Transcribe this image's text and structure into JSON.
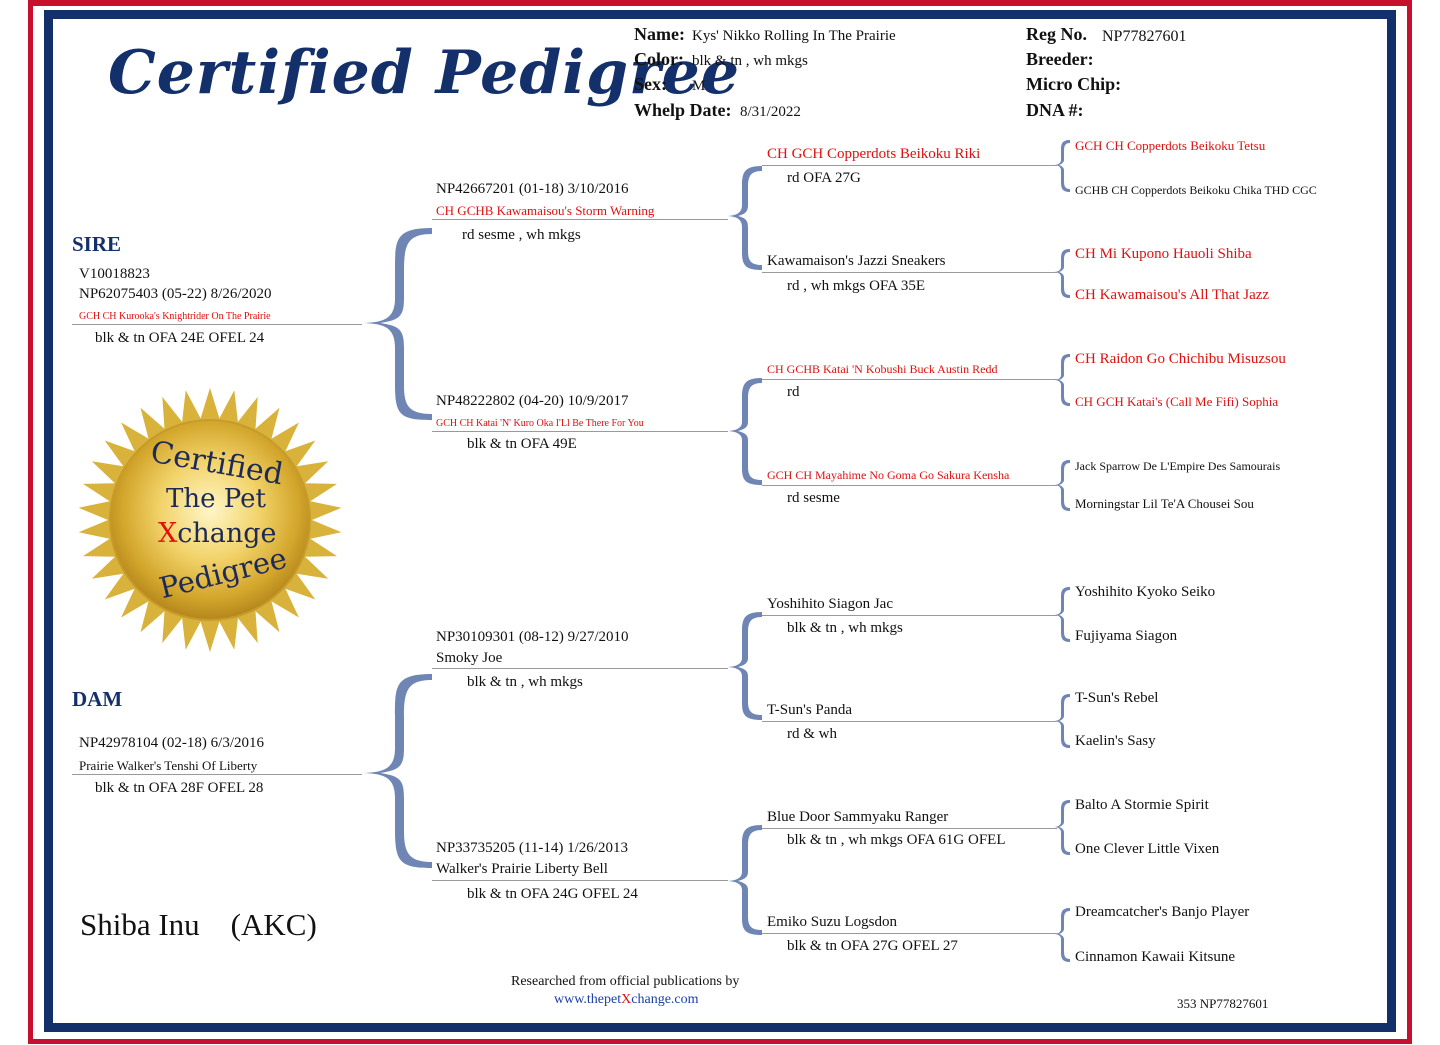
{
  "header": {
    "title": "Certified Pedigree",
    "name_label": "Name:",
    "name_value": "Kys' Nikko Rolling In The Prairie",
    "color_label": "Color:",
    "color_value": "blk & tn , wh mkgs",
    "sex_label": "Sex:",
    "sex_value": "M",
    "whelp_label": "Whelp Date:",
    "whelp_value": "8/31/2022",
    "reg_label": "Reg No.",
    "reg_value": "NP77827601",
    "breeder_label": "Breeder:",
    "chip_label": "Micro Chip:",
    "dna_label": "DNA #:"
  },
  "sire": {
    "heading": "SIRE",
    "reg1": "V10018823",
    "reg2": "NP62075403  (05-22)  8/26/2020",
    "name": "GCH CH Kurooka's Knightrider On The Prairie",
    "color": "blk & tn OFA 24E OFEL 24"
  },
  "dam": {
    "heading": "DAM",
    "reg": "NP42978104  (02-18)  6/3/2016",
    "name": "Prairie Walker's Tenshi Of Liberty",
    "color": "blk & tn OFA 28F OFEL 28"
  },
  "gen2": {
    "ss": {
      "reg": "NP42667201  (01-18)  3/10/2016",
      "name": "CH GCHB Kawamaisou's Storm Warning",
      "color": "rd sesme , wh mkgs"
    },
    "sd": {
      "reg": "NP48222802  (04-20)  10/9/2017",
      "name": "GCH CH Katai 'N' Kuro Oka I'Ll Be There For You",
      "color": "blk & tn OFA 49E"
    },
    "ds": {
      "reg": "NP30109301  (08-12)  9/27/2010",
      "name": "Smoky Joe",
      "color": "blk & tn , wh mkgs"
    },
    "dd": {
      "reg": "NP33735205  (11-14)  1/26/2013",
      "name": "Walker's Prairie Liberty Bell",
      "color": "blk & tn OFA 24G OFEL 24"
    }
  },
  "gen3": [
    {
      "name": "CH GCH Copperdots Beikoku Riki",
      "color": "rd OFA 27G"
    },
    {
      "name": "Kawamaison's Jazzi Sneakers",
      "color": "rd , wh mkgs OFA 35E"
    },
    {
      "name": "CH GCHB Katai 'N Kobushi Buck Austin Redd",
      "color": "rd"
    },
    {
      "name": "GCH CH Mayahime No Goma Go Sakura Kensha",
      "color": "rd sesme"
    },
    {
      "name": "Yoshihito Siagon Jac",
      "color": "blk & tn , wh mkgs"
    },
    {
      "name": "T-Sun's Panda",
      "color": "rd & wh"
    },
    {
      "name": "Blue Door Sammyaku Ranger",
      "color": "blk & tn , wh mkgs OFA 61G OFEL"
    },
    {
      "name": "Emiko Suzu Logsdon",
      "color": "blk & tn OFA 27G OFEL 27"
    }
  ],
  "gen4": [
    "GCH CH Copperdots Beikoku Tetsu",
    "GCHB CH Copperdots Beikoku Chika THD CGC",
    "CH Mi Kupono Hauoli Shiba",
    "CH Kawamaisou's All That Jazz",
    "CH Raidon Go Chichibu Misuzsou",
    "CH GCH Katai's (Call Me Fifi) Sophia",
    "Jack Sparrow De L'Empire Des Samourais",
    "Morningstar Lil Te'A Chousei Sou",
    "Yoshihito Kyoko Seiko",
    "Fujiyama Siagon",
    "T-Sun's Rebel",
    "Kaelin's Sasy",
    "Balto A Stormie Spirit",
    "One Clever Little Vixen",
    "Dreamcatcher's Banjo Player",
    "Cinnamon Kawaii Kitsune"
  ],
  "seal": {
    "line1": "Certified",
    "line2": "The Pet",
    "line3_x": "X",
    "line3_rest": "change",
    "line4": "Pedigree"
  },
  "breed": "Shiba Inu    (AKC)",
  "footer": {
    "researched": "Researched from official publications by",
    "site_a": "www.thepet",
    "site_x": "X",
    "site_b": "change.com",
    "code": "353 NP77827601"
  },
  "colors": {
    "navy": "#14306b",
    "red": "#c8102e",
    "bracket": "#6f86b5",
    "gold": "#d8b23a"
  }
}
